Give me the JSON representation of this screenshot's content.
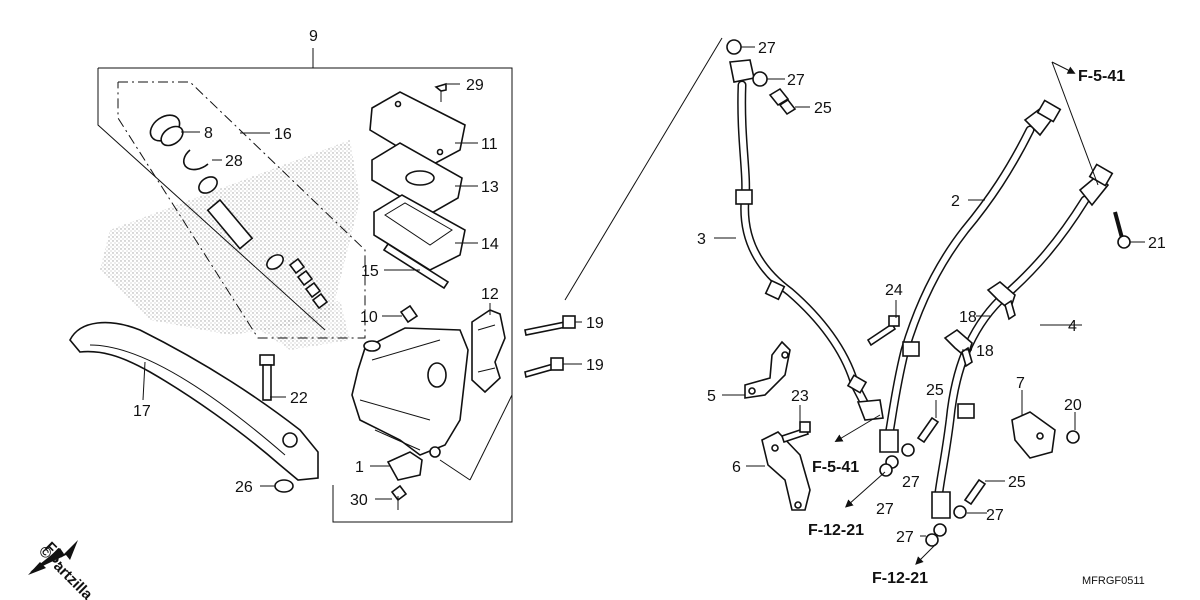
{
  "diagram_code": "MFRGF0511",
  "watermark": "©Partzilla",
  "direction_label": "FR.",
  "references": [
    "F-5-41",
    "F-5-41",
    "F-12-21",
    "F-12-21"
  ],
  "part_labels": {
    "p1": "1",
    "p2": "2",
    "p3": "3",
    "p4": "4",
    "p5": "5",
    "p6": "6",
    "p7": "7",
    "p8": "8",
    "p9": "9",
    "p10": "10",
    "p11": "11",
    "p12": "12",
    "p13": "13",
    "p14": "14",
    "p15": "15",
    "p16": "16",
    "p17": "17",
    "p18a": "18",
    "p18b": "18",
    "p19a": "19",
    "p19b": "19",
    "p20": "20",
    "p21": "21",
    "p22": "22",
    "p23": "23",
    "p24": "24",
    "p25a": "25",
    "p25b": "25",
    "p25c": "25",
    "p26": "26",
    "p27a": "27",
    "p27b": "27",
    "p27c": "27",
    "p27d": "27",
    "p27e": "27",
    "p27f": "27",
    "p28": "28",
    "p29": "29",
    "p30": "30"
  }
}
